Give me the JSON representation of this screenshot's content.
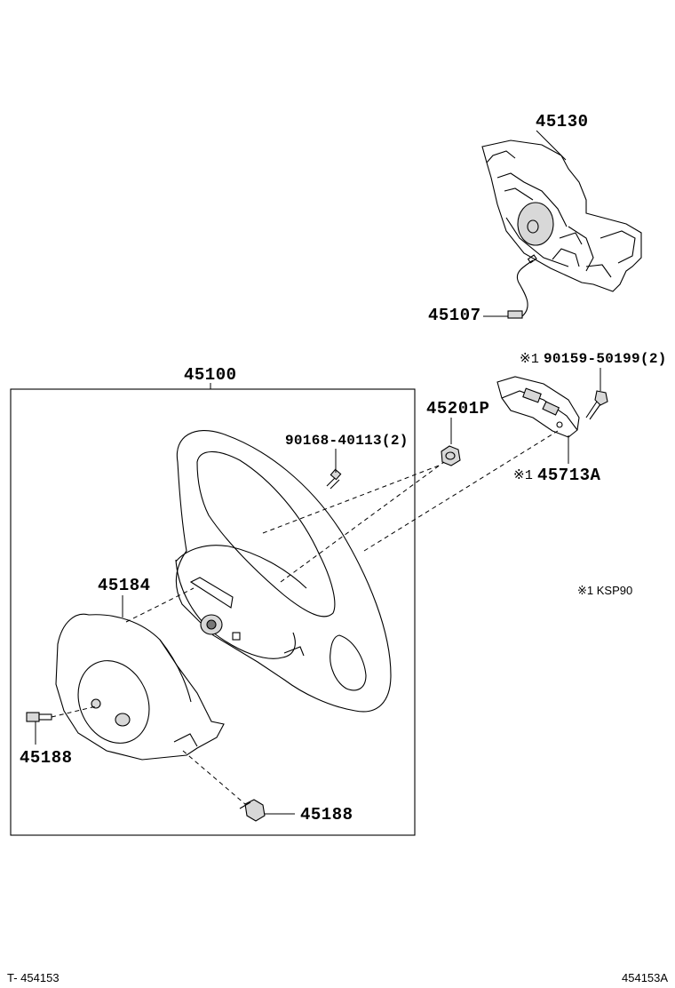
{
  "diagram": {
    "parts": {
      "cover": "45130",
      "wire": "45107",
      "screw_kit": "90159-50199(2)",
      "note_mark_a": "※1",
      "wheel_assy": "45100",
      "nut": "45201P",
      "switch": "45713A",
      "note_mark_b": "※1",
      "screw": "90168-40113(2)",
      "lower_cover": "45184",
      "clip_left": "45188",
      "clip_bottom": "45188"
    },
    "note": "※1  KSP90",
    "footer": {
      "left": "T- 454153",
      "right": "454153A"
    }
  }
}
